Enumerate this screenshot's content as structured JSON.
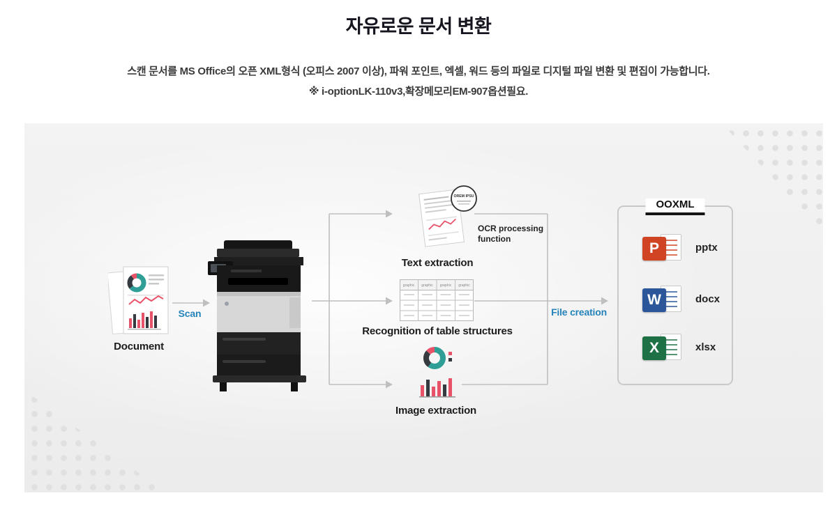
{
  "header": {
    "title": "자유로운 문서 변환",
    "description_line1": "스캔 문서를 MS Office의 오픈 XML형식 (오피스 2007 이상), 파워 포인트, 엑셀, 워드 등의 파일로 디지털 파일 변환 및 편집이 가능합니다.",
    "description_line2": "※ i-optionLK-110v3,확장메모리EM-907옵션필요."
  },
  "diagram": {
    "document_label": "Document",
    "scan_label": "Scan",
    "ocr_note_line1": "OCR processing",
    "ocr_note_line2": "function",
    "text_extraction_label": "Text extraction",
    "table_recognition_label": "Recognition of table structures",
    "image_extraction_label": "Image extraction",
    "file_creation_label": "File creation",
    "ooxml_label": "OOXML",
    "magnifier_text": "OREM IPSU",
    "table_header_cell": "graphic",
    "outputs": [
      {
        "name": "powerpoint",
        "letter": "P",
        "label": "pptx",
        "color": "#d04423"
      },
      {
        "name": "word",
        "letter": "W",
        "label": "docx",
        "color": "#2b579a"
      },
      {
        "name": "excel",
        "letter": "X",
        "label": "xlsx",
        "color": "#1e7145"
      }
    ]
  },
  "colors": {
    "accent_blue": "#2583bb",
    "panel_bg": "#f1f1f1",
    "line_gray": "#bfbfbf"
  }
}
